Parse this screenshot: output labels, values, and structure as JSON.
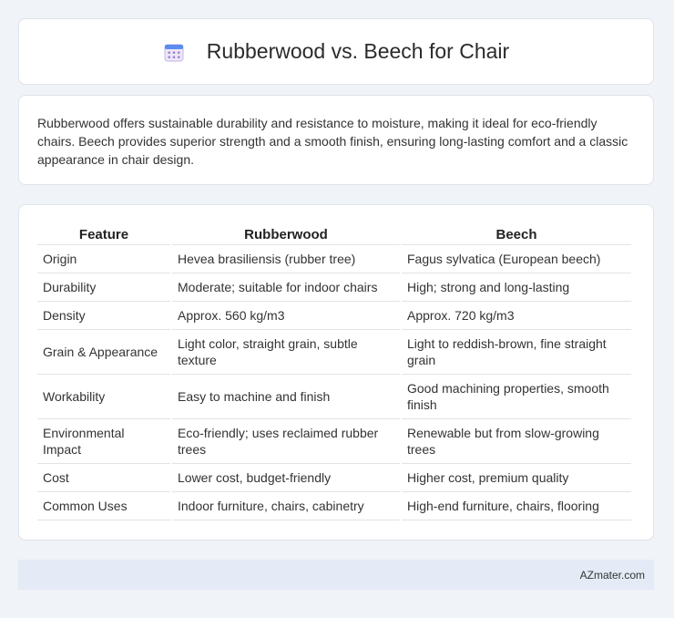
{
  "header": {
    "title": "Rubberwood vs. Beech for Chair",
    "icon": "calendar-icon"
  },
  "intro": "Rubberwood offers sustainable durability and resistance to moisture, making it ideal for eco-friendly chairs. Beech provides superior strength and a smooth finish, ensuring long-lasting comfort and a classic appearance in chair design.",
  "table": {
    "headers": [
      "Feature",
      "Rubberwood",
      "Beech"
    ],
    "rows": [
      [
        "Origin",
        "Hevea brasiliensis (rubber tree)",
        "Fagus sylvatica (European beech)"
      ],
      [
        "Durability",
        "Moderate; suitable for indoor chairs",
        "High; strong and long-lasting"
      ],
      [
        "Density",
        "Approx. 560 kg/m3",
        "Approx. 720 kg/m3"
      ],
      [
        "Grain & Appearance",
        "Light color, straight grain, subtle texture",
        "Light to reddish-brown, fine straight grain"
      ],
      [
        "Workability",
        "Easy to machine and finish",
        "Good machining properties, smooth finish"
      ],
      [
        "Environmental Impact",
        "Eco-friendly; uses reclaimed rubber trees",
        "Renewable but from slow-growing trees"
      ],
      [
        "Cost",
        "Lower cost, budget-friendly",
        "Higher cost, premium quality"
      ],
      [
        "Common Uses",
        "Indoor furniture, chairs, cabinetry",
        "High-end furniture, chairs, flooring"
      ]
    ]
  },
  "footer": {
    "brand": "AZmater.com"
  }
}
